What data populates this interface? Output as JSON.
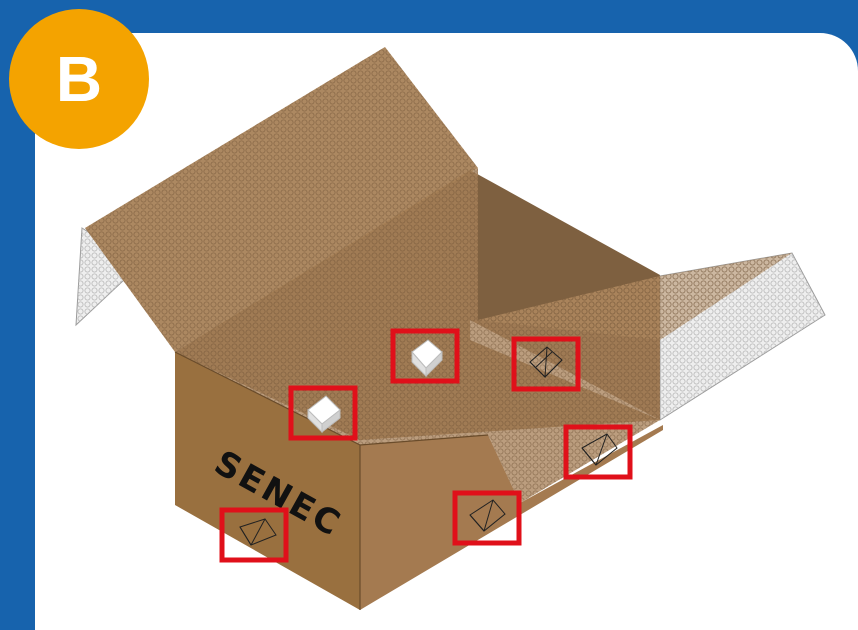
{
  "step_badge": {
    "label": "B",
    "color": "#f4a300"
  },
  "box": {
    "brand_label": "SENEC",
    "cardboard_color": "#a47a50",
    "bubble_wrap_color": "#e7e7e7"
  },
  "highlights": {
    "color": "#e0101a",
    "items": [
      {
        "name": "foam-corner-piece"
      },
      {
        "name": "foam-corner-piece"
      },
      {
        "name": "corner-protector"
      },
      {
        "name": "corner-protector"
      },
      {
        "name": "corner-protector"
      },
      {
        "name": "corner-protector"
      }
    ]
  }
}
